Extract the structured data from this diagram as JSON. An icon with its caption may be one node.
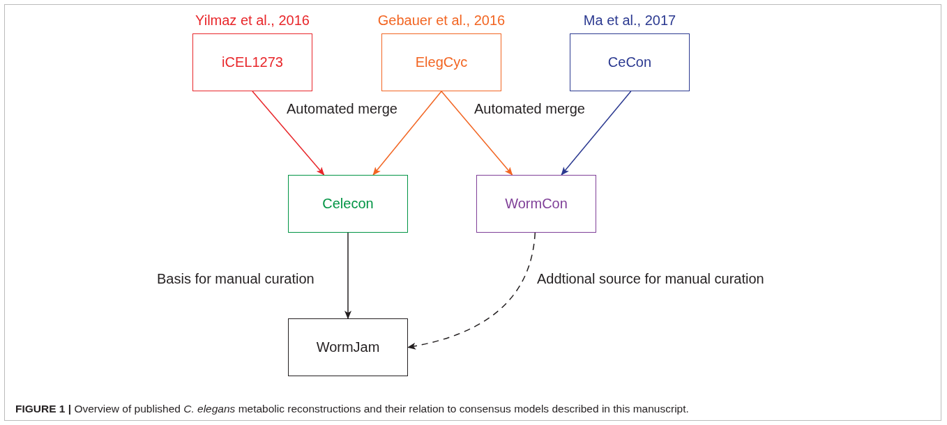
{
  "diagram": {
    "caption": "**FIGURE 1 |** Overview of published *C. elegans* metabolic reconstructions and their relation to consensus models described in this manuscript.",
    "nodes": [
      {
        "text": [
          "iCEL1273"
        ],
        "beside": [
          "Yilmaz et al., 2016"
        ]
      },
      {
        "text": [
          "ElegCyc"
        ],
        "beside": [
          "Gebauer et al., 2016"
        ]
      },
      {
        "text": [
          "CeCon"
        ],
        "beside": [
          "Ma et al., 2017"
        ]
      },
      {
        "text": [
          "Celecon"
        ]
      },
      {
        "text": [
          "WormCon"
        ]
      },
      {
        "text": [
          "WormJam"
        ]
      }
    ],
    "edges": [
      {
        "from": 0,
        "to": 3,
        "arrow": "to",
        "color": "#e8262a"
      },
      {
        "from": 1,
        "to": 3,
        "arrow": "to",
        "color": "#f26522"
      },
      {
        "from": 1,
        "to": 4,
        "arrow": "to",
        "color": "#f26522"
      },
      {
        "from": 2,
        "to": 4,
        "arrow": "to",
        "color": "#2b3990"
      },
      {
        "from": 3,
        "to": 5,
        "arrow": "to",
        "label": "Basis for manual curation",
        "color": "#231f20"
      },
      {
        "from": 4,
        "to": 5,
        "arrow": "to",
        "label": "Addtional source for manual curation",
        "style": "dashed",
        "color": "#231f20"
      }
    ],
    "labels": [
      "Automated merge",
      "Automated merge"
    ]
  }
}
